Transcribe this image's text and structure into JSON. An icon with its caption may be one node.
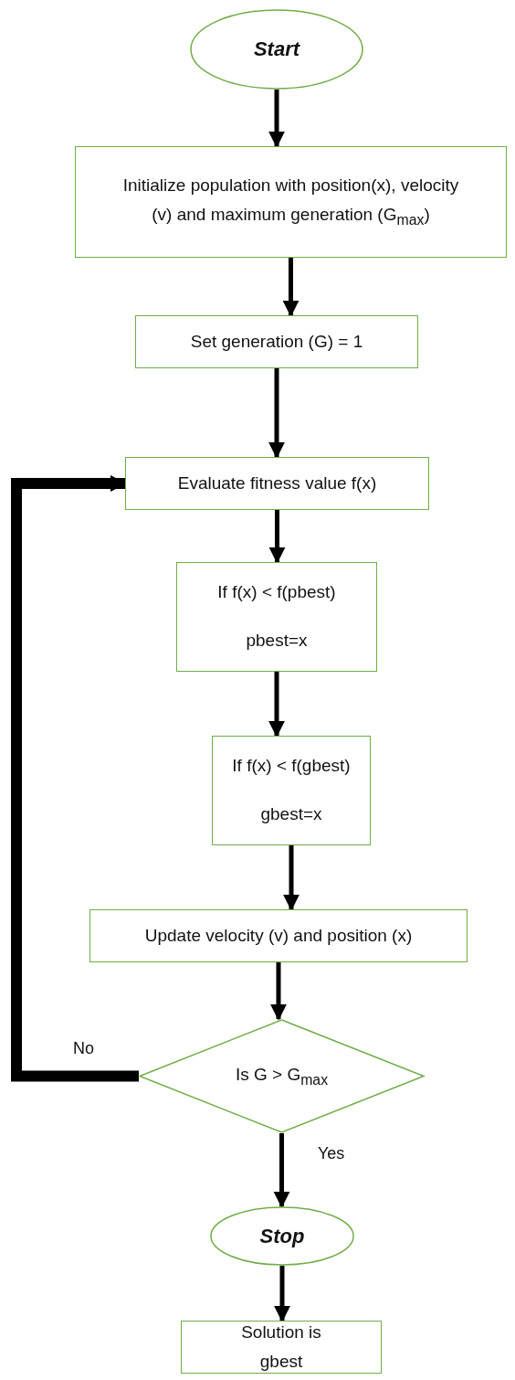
{
  "diagram": {
    "nodes": [
      {
        "text": [
          "Start"
        ]
      },
      {
        "text": [
          "Initialize population with position(x), velocity (v) and maximum generation (G$_{max}$)"
        ]
      },
      {
        "text": [
          "Set generation (G) = 1"
        ]
      },
      {
        "text": [
          "Evaluate fitness value f(x)"
        ]
      },
      {
        "text": [
          "If f(x) < f(pbest)",
          "pbest=x"
        ]
      },
      {
        "text": [
          "If f(x) < f(gbest)",
          "gbest=x"
        ]
      },
      {
        "text": [
          "Update velocity (v) and position (x)"
        ]
      },
      {
        "text": [
          "Is G > G$_{max}$"
        ]
      },
      {
        "text": [
          "Stop"
        ]
      },
      {
        "text": [
          "Solution is gbest"
        ]
      }
    ],
    "edges": [
      {
        "from": 0,
        "to": 1,
        "arrow": "to"
      },
      {
        "from": 1,
        "to": 2,
        "arrow": "to"
      },
      {
        "from": 2,
        "to": 3,
        "arrow": "to"
      },
      {
        "from": 3,
        "to": 4,
        "arrow": "to"
      },
      {
        "from": 4,
        "to": 5,
        "arrow": "to"
      },
      {
        "from": 5,
        "to": 6,
        "arrow": "to"
      },
      {
        "from": 6,
        "to": 7,
        "arrow": "to"
      },
      {
        "from": 7,
        "to": 3,
        "arrow": "to",
        "label": "No",
        "style": "thick"
      },
      {
        "from": 7,
        "to": 8,
        "arrow": "to",
        "label": "Yes"
      },
      {
        "from": 8,
        "to": 9,
        "arrow": "to"
      }
    ]
  }
}
